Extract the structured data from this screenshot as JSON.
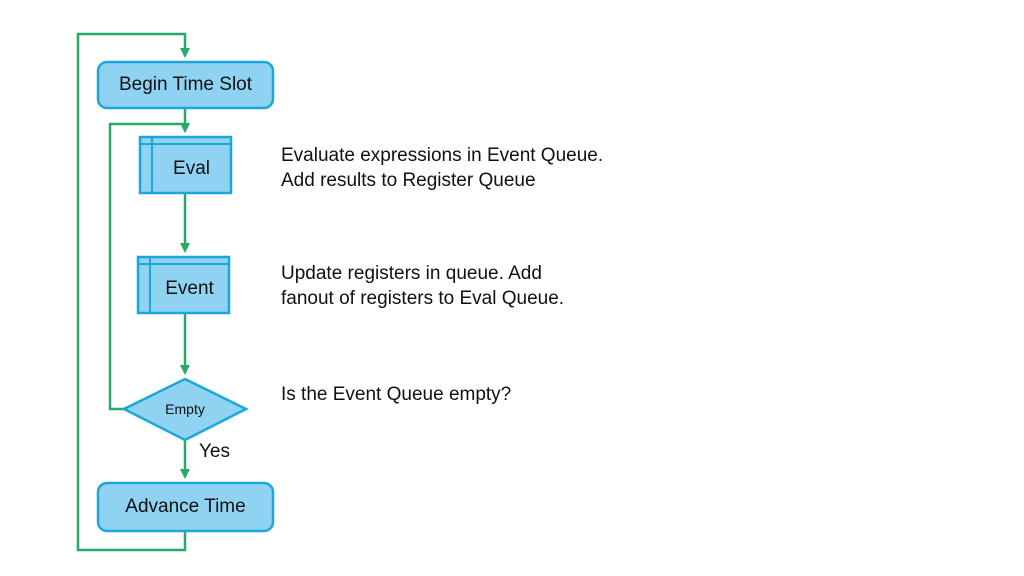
{
  "colors": {
    "node_fill": "#8fd2f2",
    "node_stroke": "#1ba7d8",
    "connector": "#27a96a",
    "text": "#111111"
  },
  "nodes": {
    "begin": {
      "label": "Begin Time Slot",
      "shape": "rounded-rectangle"
    },
    "eval": {
      "label": "Eval",
      "shape": "predefined-process"
    },
    "event": {
      "label": "Event",
      "shape": "predefined-process"
    },
    "empty": {
      "label": "Empty",
      "shape": "diamond"
    },
    "advance": {
      "label": "Advance Time",
      "shape": "rounded-rectangle"
    }
  },
  "edge_labels": {
    "yes": "Yes"
  },
  "notes": {
    "eval": [
      "Evaluate expressions in Event Queue.",
      "Add results to Register Queue"
    ],
    "event": [
      "Update registers in queue. Add",
      "fanout of registers to Eval Queue."
    ],
    "empty": [
      "Is the Event Queue empty?"
    ]
  }
}
